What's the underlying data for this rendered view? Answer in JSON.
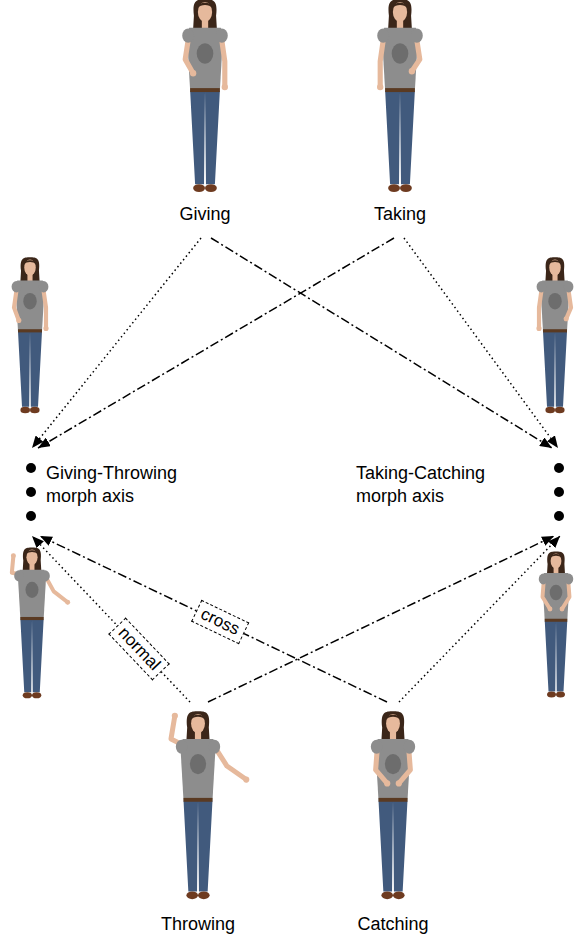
{
  "diagram": {
    "nodes": [
      {
        "text": [
          "Giving"
        ]
      },
      {
        "text": [
          "Taking"
        ]
      },
      {
        "text": [
          "Giving-Throwing morph axis"
        ]
      },
      {
        "text": [
          "Taking-Catching morph axis"
        ]
      },
      {
        "text": [
          "Throwing"
        ]
      },
      {
        "text": [
          "Catching"
        ]
      }
    ],
    "edges": [
      {
        "from": 0,
        "to": 2,
        "arrow": "to"
      },
      {
        "from": 0,
        "to": 3,
        "arrow": "to"
      },
      {
        "from": 1,
        "to": 2,
        "arrow": "to"
      },
      {
        "from": 1,
        "to": 3,
        "arrow": "to"
      },
      {
        "from": 4,
        "to": 2,
        "arrow": "to",
        "label": "normal"
      },
      {
        "from": 4,
        "to": 3,
        "arrow": "to"
      },
      {
        "from": 5,
        "to": 2,
        "arrow": "to",
        "label": "cross"
      },
      {
        "from": 5,
        "to": 3,
        "arrow": "to"
      }
    ]
  }
}
